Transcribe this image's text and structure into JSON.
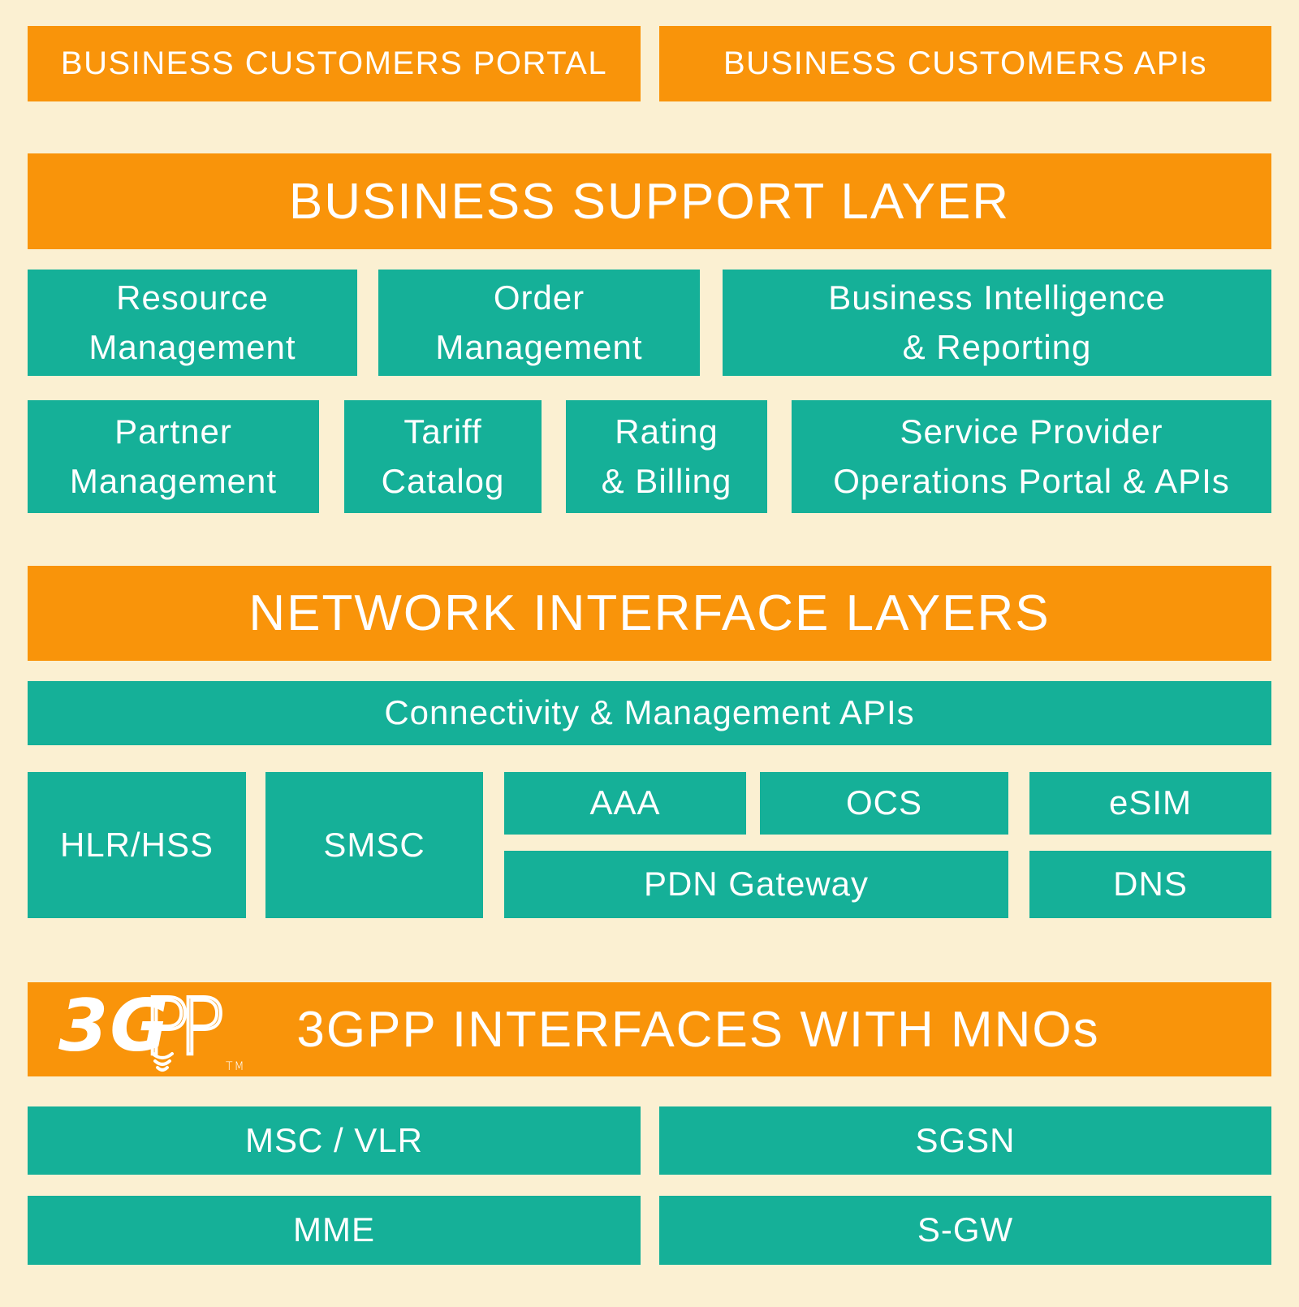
{
  "colors": {
    "background": "#FBF0D2",
    "orange": "#F9940A",
    "teal": "#15B098",
    "text": "#FFFFFF"
  },
  "top_row": {
    "portal_label": "BUSINESS CUSTOMERS PORTAL",
    "apis_label": "BUSINESS CUSTOMERS APIs"
  },
  "business_support": {
    "title": "BUSINESS SUPPORT LAYER",
    "row1": [
      {
        "lines": [
          "Resource",
          "Management"
        ]
      },
      {
        "lines": [
          "Order",
          "Management"
        ]
      },
      {
        "lines": [
          "Business Intelligence",
          "& Reporting"
        ]
      }
    ],
    "row2": [
      {
        "lines": [
          "Partner",
          "Management"
        ]
      },
      {
        "lines": [
          "Tariff",
          "Catalog"
        ]
      },
      {
        "lines": [
          "Rating",
          "& Billing"
        ]
      },
      {
        "lines": [
          "Service Provider",
          "Operations Portal & APIs"
        ]
      }
    ]
  },
  "network_interface": {
    "title": "NETWORK INTERFACE LAYERS",
    "connectivity_label": "Connectivity & Management APIs",
    "nodes": {
      "hlr_hss": "HLR/HSS",
      "smsc": "SMSC",
      "aaa": "AAA",
      "ocs": "OCS",
      "esim": "eSIM",
      "pdn_gateway": "PDN Gateway",
      "dns": "DNS"
    }
  },
  "threegpp": {
    "title": "3GPP INTERFACES WITH MNOs",
    "logo": {
      "g3": "3G",
      "pp": "PP",
      "tm": "TM"
    },
    "nodes": {
      "msc_vlr": "MSC / VLR",
      "sgsn": "SGSN",
      "mme": "MME",
      "sgw": "S-GW"
    }
  }
}
